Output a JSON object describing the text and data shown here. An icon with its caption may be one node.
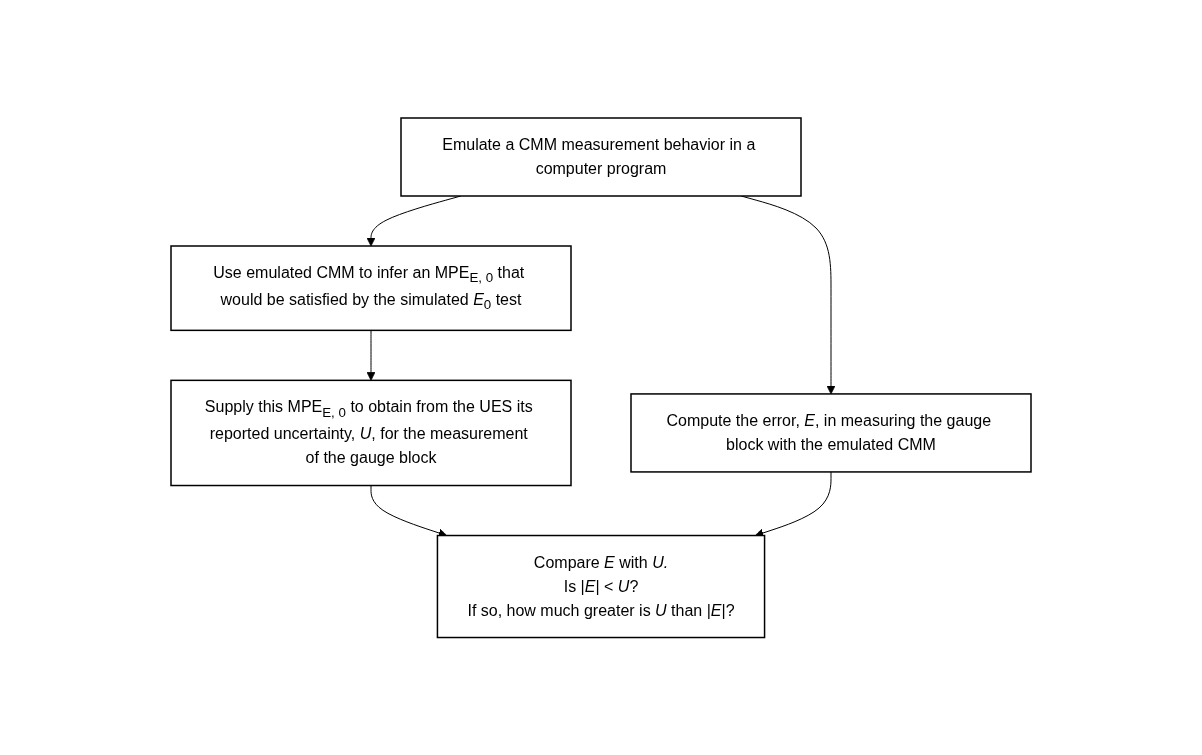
{
  "diagram": {
    "nodes": [
      {
        "text": [
          "Emulate a CMM measurement behavior in a computer program"
        ]
      },
      {
        "text": [
          "Use emulated CMM to infer an MPE$_{E, 0}$ that would be satisfied by the simulated *E*$_{0}$ test"
        ]
      },
      {
        "text": [
          "Compute the error, *E*, in measuring the gauge block with the emulated CMM"
        ]
      },
      {
        "text": [
          "Supply this MPE$_{E, 0}$ to obtain from the UES its reported uncertainty, *U*, for the measurement of the gauge block"
        ]
      },
      {
        "text": [
          "Compare *E* with *U.*",
          "Is |*E*| < *U*?",
          "If so, how much greater is *U* than |*E*|?"
        ]
      }
    ],
    "edges": [
      {
        "from": 0,
        "to": 1,
        "arrow": "to"
      },
      {
        "from": 0,
        "to": 2,
        "arrow": "to"
      },
      {
        "from": 1,
        "to": 3,
        "arrow": "to"
      },
      {
        "from": 3,
        "to": 4,
        "arrow": "to"
      },
      {
        "from": 2,
        "to": 4,
        "arrow": "to"
      }
    ]
  }
}
